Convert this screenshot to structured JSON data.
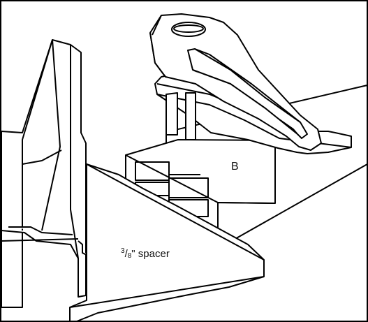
{
  "figure": {
    "labels": {
      "part_b": "B",
      "spacer": {
        "numerator": "3",
        "slash": "/",
        "denominator": "8",
        "suffix": "\" spacer"
      }
    }
  }
}
